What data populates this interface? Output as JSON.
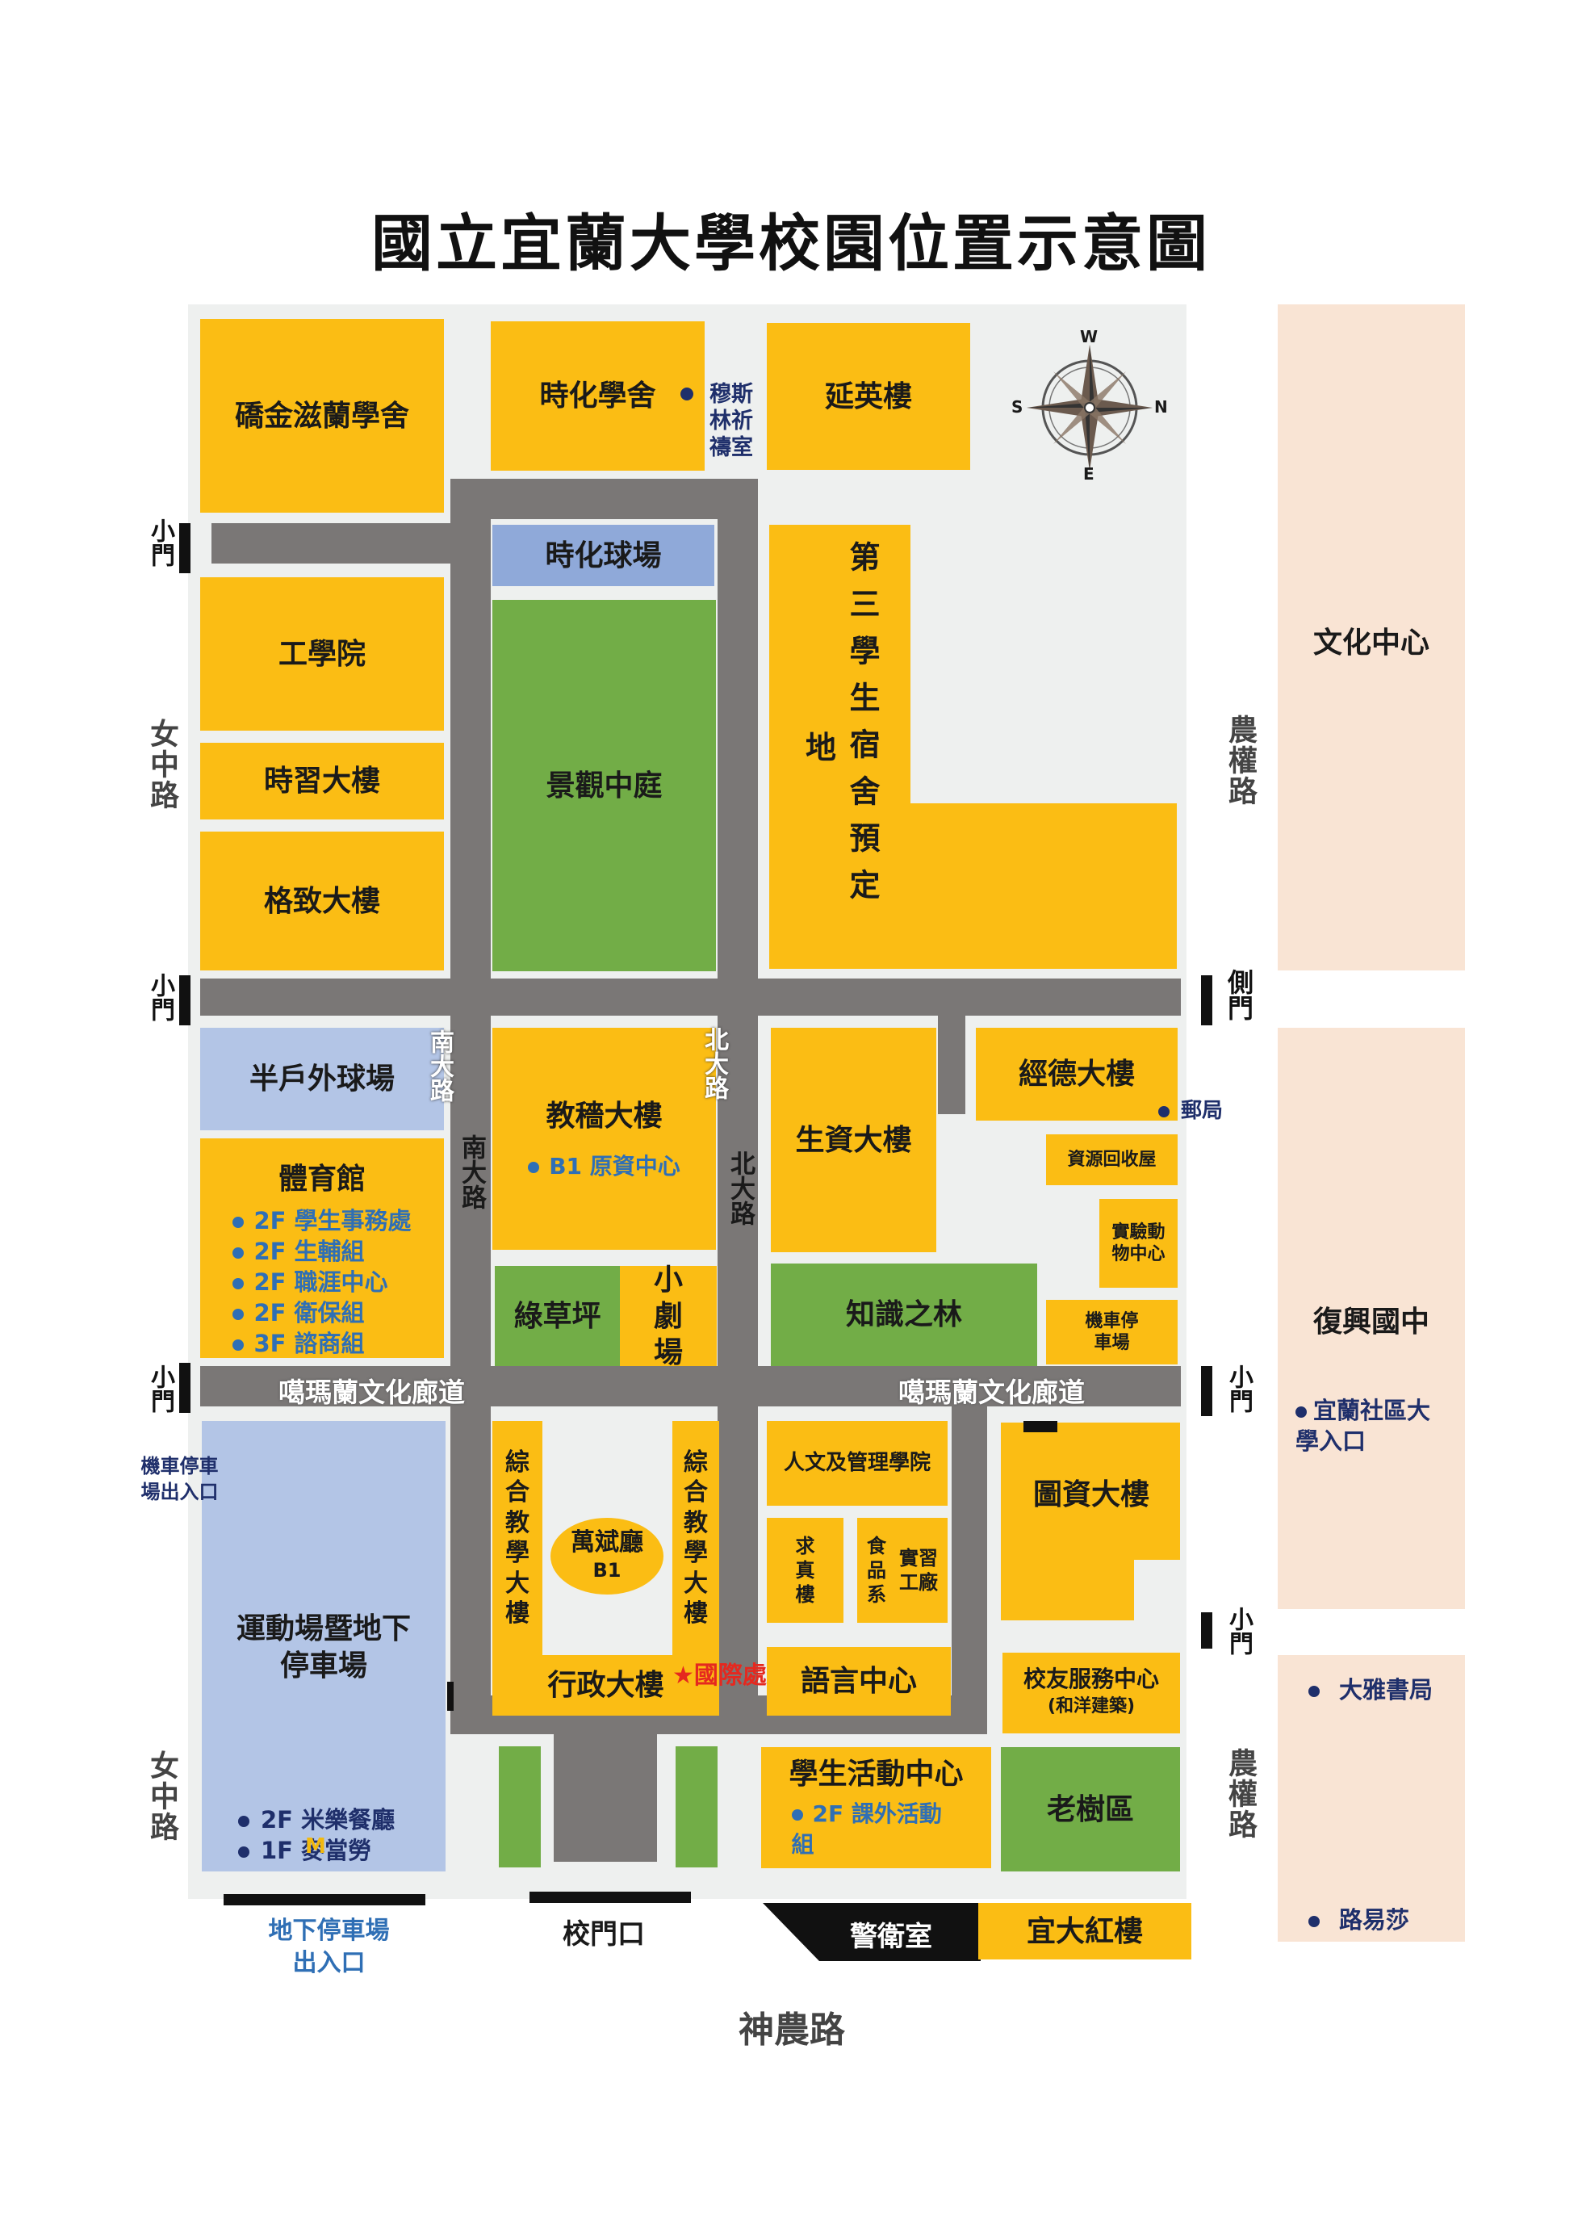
{
  "title": "國立宜蘭大學校園位置示意圖",
  "compass": {
    "top": "W",
    "left": "S",
    "right": "N",
    "bottom": "E",
    "icon": "compass-rose-icon"
  },
  "buildings": {
    "jinzilan": "礄金滋蘭學舍",
    "shihua_dorm": "時化學舍",
    "musi": "穆斯林祈禱室",
    "yanying": "延英樓",
    "shihua_court": "時化球場",
    "engineering": "工學院",
    "jingguan": "景觀中庭",
    "dorm3_lines": [
      "第三學生宿舍預定",
      "地"
    ],
    "shixi": "時習大樓",
    "gezhi": "格致大樓",
    "half_court": "半戶外球場",
    "jiaoji": "教穡大樓",
    "jiaoji_sub": "B1 原資中心",
    "shengzi": "生資大樓",
    "jingde": "經德大樓",
    "post": "郵局",
    "recycle": "資源回收屋",
    "animal": "實驗動物中心",
    "moto_parking": "機車停車場",
    "gym": "體育館",
    "gym_items": [
      "2F 學生事務處",
      "2F 生輔組",
      "2F 職涯中心",
      "2F 衛保組",
      "3F 諮商組"
    ],
    "lawn": "綠草坪",
    "theater": "小劇場",
    "forest": "知識之林",
    "culture_road": "噶瑪蘭文化廊道",
    "moto_exit": "機車停車場出入口",
    "stadium": "運動場暨地下停車場",
    "stadium_items": [
      "2F 米樂餐廳",
      "1F 麥當勞"
    ],
    "mcd_logo": "M",
    "zonghe": "綜合教學大樓",
    "wanbin": "萬斌廳",
    "wanbin_sub": "B1",
    "humanities": "人文及管理學院",
    "qiuzhen": "求真樓",
    "food": "食品系",
    "practice": "實習工廠",
    "library": "圖資大樓",
    "admin": "行政大樓",
    "intl": "★國際處",
    "language": "語言中心",
    "alumni": "校友服務中心",
    "alumni_sub": "(和洋建築)",
    "student_center": "學生活動中心",
    "student_center_sub": "2F 課外活動組",
    "old_tree": "老樹區",
    "guard": "警衛室",
    "red_building": "宜大紅樓",
    "underground_exit": "地下停車場出入口",
    "main_gate": "校門口",
    "culture_center": "文化中心",
    "fuxing": "復興國中",
    "community_college": "宜蘭社區大學入口",
    "daya": "大雅書局",
    "louisa": "路易莎"
  },
  "roads": {
    "nuzhong": "女中路",
    "nongquan": "農權路",
    "shennong": "神農路",
    "south_main": "南大路",
    "north_main": "北大路",
    "small_gate": "小門",
    "side_gate": "側門"
  },
  "colors": {
    "building": "#fbbd14",
    "green_area": "#72ad47",
    "court_blue": "#8fa9d9",
    "light_blue": "#b3c5e6",
    "road": "#7a7776",
    "peach": "#f9e4d4",
    "campus_bg": "#eef0ef"
  }
}
